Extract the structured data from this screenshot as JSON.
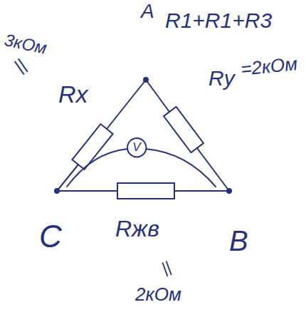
{
  "diagram": {
    "nodes": [
      {
        "text": [
          "V"
        ]
      }
    ],
    "labels": [
      "A",
      "R1+R1+R3",
      "3кОм",
      "||",
      "Rx",
      "Ry",
      "=2кОм",
      "C",
      "Rжв",
      "B",
      "||",
      "2кОм"
    ]
  }
}
